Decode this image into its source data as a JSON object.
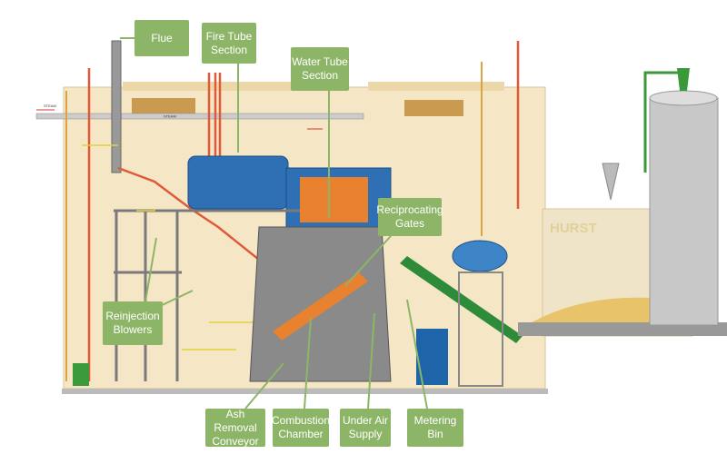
{
  "callouts": {
    "flue": "Flue",
    "fire_tube": "Fire Tube\nSection",
    "water_tube": "Water Tube\nSection",
    "reciprocating_gates": "Reciprocating\nGates",
    "reinjection_blowers": "Reinjection\nBlowers",
    "ash_removal": "Ash Removal\nConveyor",
    "combustion_chamber": "Combustion\nChamber",
    "under_air": "Under Air\nSupply",
    "metering_bin": "Metering\nBin"
  },
  "storage_sign": "HURST",
  "pipe_labels": [
    "STEAM",
    "STEAM"
  ],
  "colors": {
    "callout": "#8db567",
    "building": "#f5e6c6",
    "boiler": "#2f6fb3",
    "steam_pipe": "#e05a3a",
    "fuel": "#e8c36a"
  }
}
